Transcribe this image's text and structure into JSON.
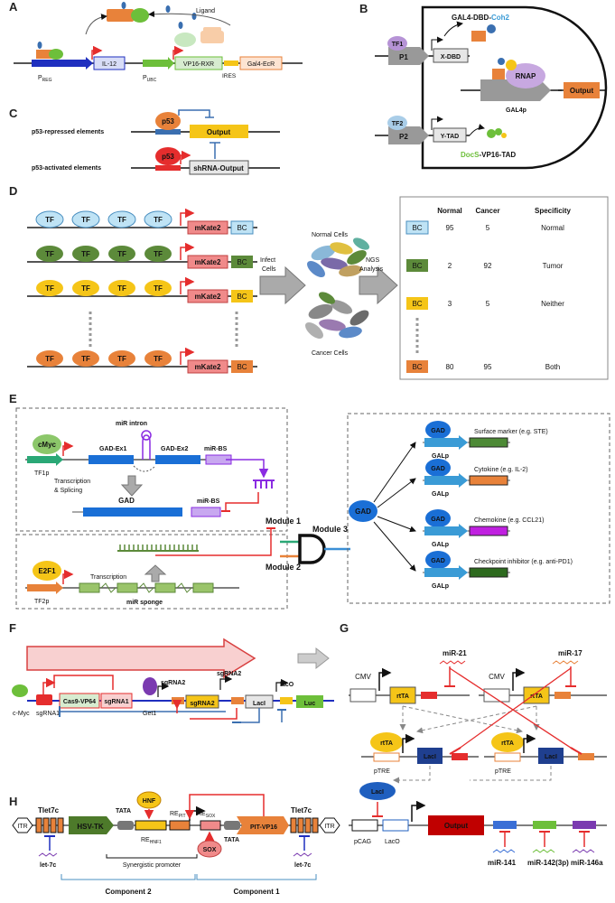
{
  "panels": {
    "a": "A",
    "b": "B",
    "c": "C",
    "d": "D",
    "e": "E",
    "f": "F",
    "g": "G",
    "h": "H"
  },
  "a": {
    "ligand": "Ligand",
    "preg": "P",
    "preg_sub": "REG",
    "il12": "IL-12",
    "pubc": "P",
    "pubc_sub": "UBC",
    "vp16": "VP16-RXR",
    "ires": "IRES",
    "gal4": "Gal4-EcR"
  },
  "b": {
    "tf1": "TF1",
    "p1": "P1",
    "xdbd": "X-DBD",
    "gal4dbd": "GAL4-DBD-",
    "coh2": "Coh2",
    "rnap": "RNAP",
    "gal4p": "GAL4p",
    "output": "Output",
    "tf2": "TF2",
    "p2": "P2",
    "ytad": "Y-TAD",
    "docs": "DocS",
    "vp16tad": "-VP16-TAD"
  },
  "c": {
    "p53": "p53",
    "rep_label": "p53-repressed elements",
    "act_label": "p53-activated elements",
    "output": "Output",
    "shrna": "shRNA-Output"
  },
  "d": {
    "tf": "TF",
    "mkate": "mKate2",
    "bc": "BC",
    "infect": "Infect",
    "cells": "Cells",
    "normal_cells": "Normal Cells",
    "cancer_cells": "Cancer Cells",
    "ngs": "NGS",
    "analysis": "Analysis",
    "table": {
      "headers": [
        "Normal",
        "Cancer",
        "Specificity"
      ],
      "rows": [
        {
          "bc": "BC",
          "color": "#bfe3f5",
          "normal": "95",
          "cancer": "5",
          "spec": "Normal"
        },
        {
          "bc": "BC",
          "color": "#5c8a3a",
          "normal": "2",
          "cancer": "92",
          "spec": "Tumor"
        },
        {
          "bc": "BC",
          "color": "#f5c518",
          "normal": "3",
          "cancer": "5",
          "spec": "Neither"
        },
        {
          "bc": "BC",
          "color": "#e8823a",
          "normal": "80",
          "cancer": "95",
          "spec": "Both"
        }
      ]
    }
  },
  "e": {
    "cmyc": "cMyc",
    "tf1p": "TF1p",
    "mir_intron": "miR intron",
    "gadex1": "GAD-Ex1",
    "gadex2": "GAD-Ex2",
    "mirbs": "miR-BS",
    "transcription_splicing_1": "Transcription",
    "transcription_splicing_2": "& Splicing",
    "gad": "GAD",
    "module1": "Module 1",
    "module2": "Module 2",
    "module3": "Module 3",
    "e2f1": "E2F1",
    "tf2p": "TF2p",
    "transcription": "Transcription",
    "mir_sponge": "miR sponge",
    "galp": "GALp",
    "outputs": [
      "Surface marker (e.g. STE)",
      "Cytokine (e.g. IL-2)",
      "Chemokine (e.g. CCL21)",
      "Checkpoint inhibitor (e.g. anti-PD1)"
    ],
    "output_colors": [
      "#4d8a36",
      "#e8823a",
      "#c020e0",
      "#2d6a1e"
    ]
  },
  "f": {
    "cmyc": "c-Myc",
    "sgrna1": "sgRNA1",
    "cas9": "Cas9-VP64",
    "sgrna1_box": "sgRNA1",
    "get1": "Get1",
    "sgrna2a": "sgRNA2",
    "sgrna2_box": "sgRNA2",
    "sgrna2b": "sgRNA2",
    "laci": "LacI",
    "laco": "lacO",
    "luc": "Luc"
  },
  "g": {
    "cmv": "CMV",
    "rtta": "rtTA",
    "mir21": "miR-21",
    "mir17": "miR-17",
    "ptre": "pTRE",
    "laci": "LacI",
    "pcag": "pCAG",
    "laco": "LacO",
    "output": "Output",
    "mir141": "miR-141",
    "mir142": "miR-142(3p)",
    "mir146a": "miR-146a"
  },
  "h": {
    "itr": "ITR",
    "tlet7c": "Tlet7c",
    "let7c": "let-7c",
    "hsvtk": "HSV-TK",
    "tata": "TATA",
    "hnf": "HNF",
    "re": "RE",
    "hnf1": "HNF1",
    "pit": "PIT",
    "sox_sub": "SOX",
    "sox": "SOX",
    "pitvp16": "PIT-VP16",
    "synergistic": "Synergistic promoter",
    "component2": "Component 2",
    "component1": "Component 1"
  }
}
